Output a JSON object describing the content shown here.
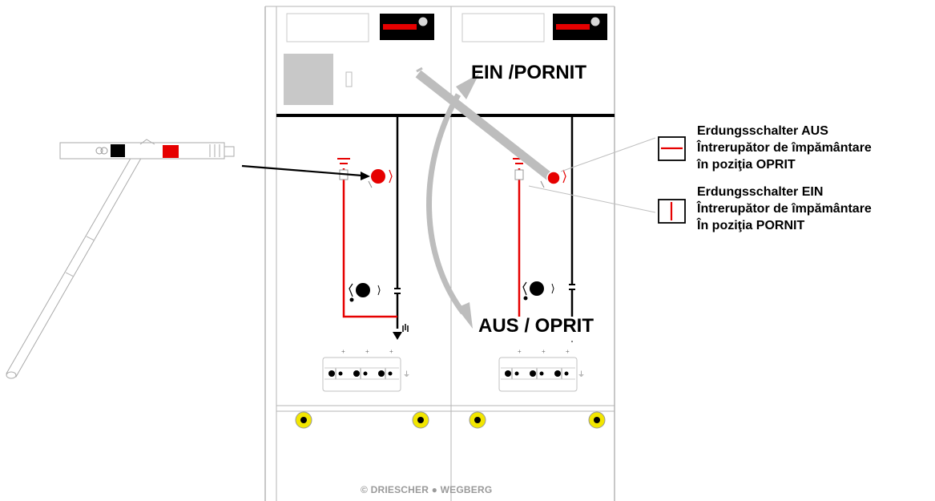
{
  "labels": {
    "on": "EIN /PORNIT",
    "off": "AUS / OPRIT"
  },
  "legend": [
    {
      "symbol": "switch-open-symbol",
      "lines": [
        "Erdungsschalter AUS",
        "Întrerupător de împământare",
        "în poziţia OPRIT"
      ]
    },
    {
      "symbol": "switch-closed-symbol",
      "lines": [
        "Erdungsschalter EIN",
        "Întrerupător de împământare",
        "În poziţia PORNIT"
      ]
    }
  ],
  "copyright": {
    "symbol": "©",
    "left": "DRIESCHER",
    "separator": "●",
    "right": "WEGBERG"
  },
  "colors": {
    "accent_red": "#e60000",
    "gray_arrow": "#bdbdbd",
    "line": "#000000",
    "yellow_bolt": "#f2e600",
    "panel_border": "#b5b5b5"
  }
}
